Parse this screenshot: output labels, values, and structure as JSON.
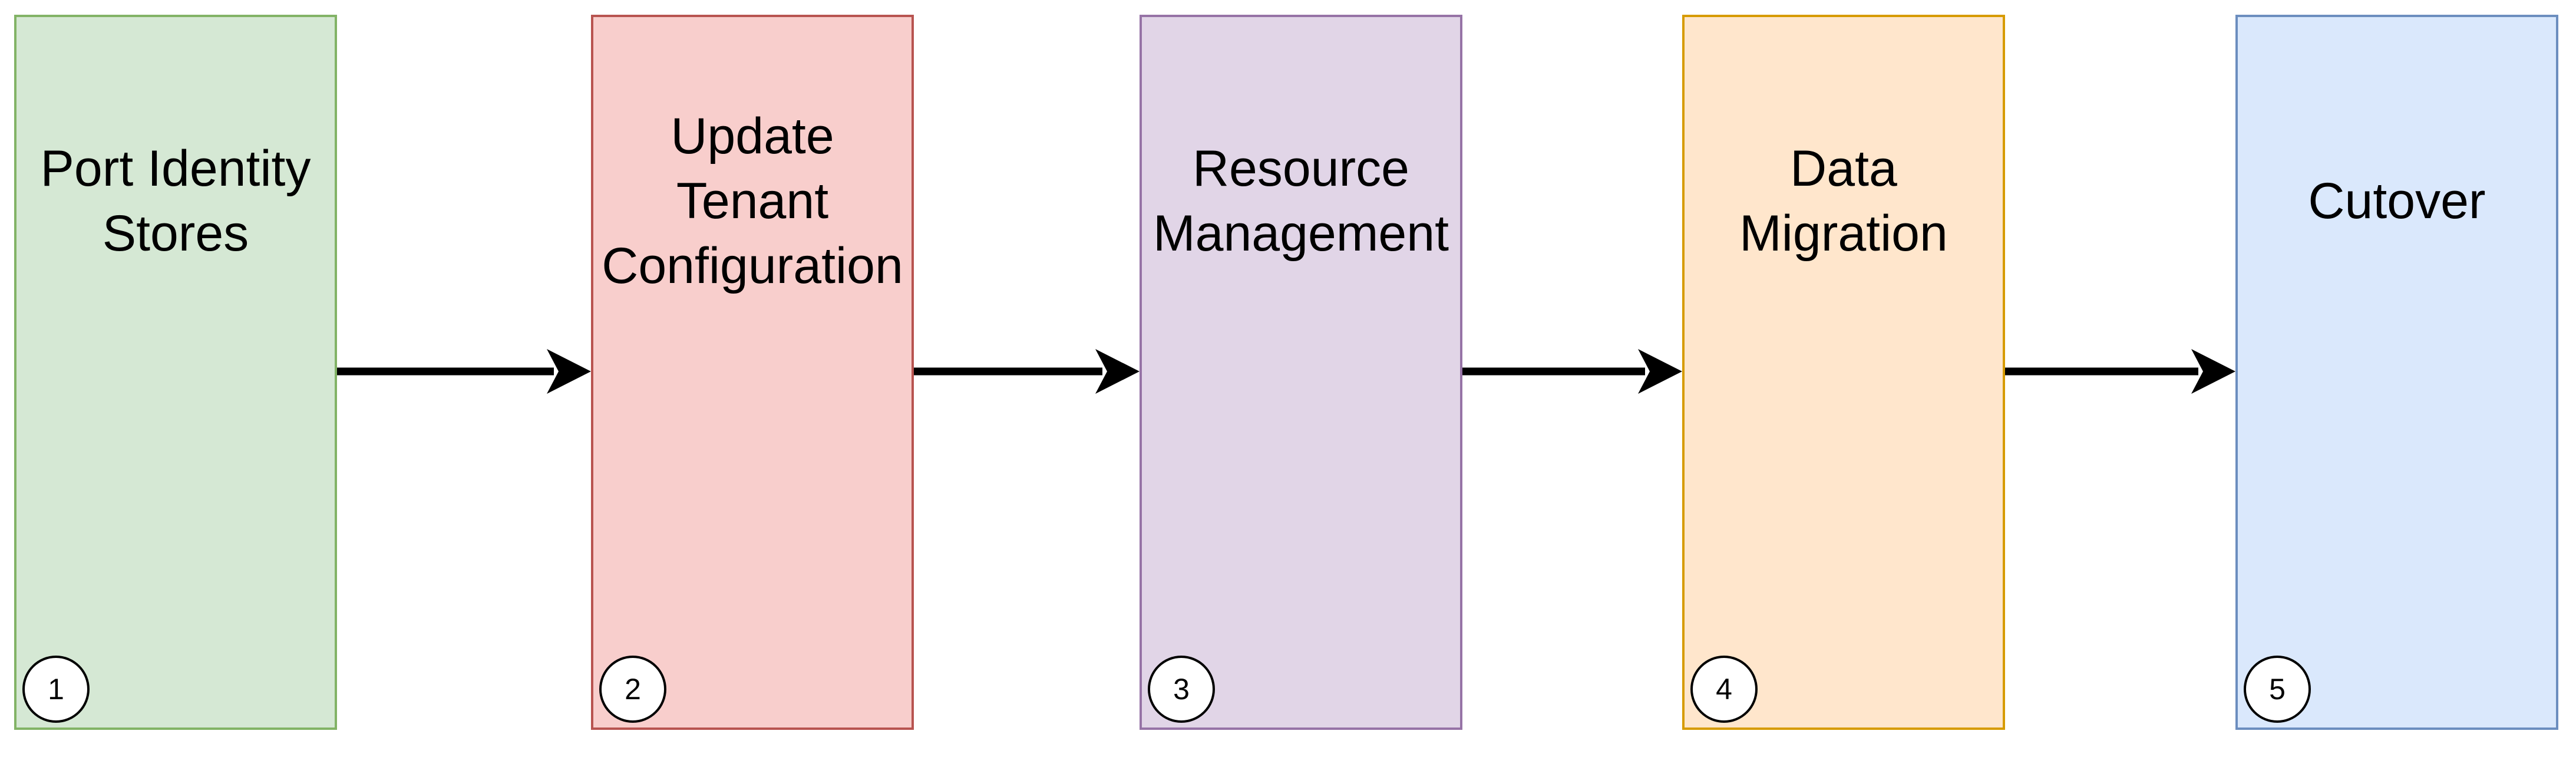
{
  "stages": [
    {
      "label": "Port Identity\nStores",
      "number": "1",
      "fill": "#d5e8d4",
      "stroke": "#82b366"
    },
    {
      "label": "Update\nTenant\nConfiguration",
      "number": "2",
      "fill": "#f8cecc",
      "stroke": "#b85450"
    },
    {
      "label": "Resource\nManagement",
      "number": "3",
      "fill": "#e1d5e7",
      "stroke": "#9673a6"
    },
    {
      "label": "Data\nMigration",
      "number": "4",
      "fill": "#ffe6cc",
      "stroke": "#d79b00"
    },
    {
      "label": "Cutover",
      "number": "5",
      "fill": "#dae8fc",
      "stroke": "#6c8ebf"
    }
  ],
  "connectors": [
    {
      "from": "1",
      "to": "2"
    },
    {
      "from": "2",
      "to": "3"
    },
    {
      "from": "3",
      "to": "4"
    },
    {
      "from": "4",
      "to": "5"
    }
  ],
  "arrow_color": "#000000"
}
